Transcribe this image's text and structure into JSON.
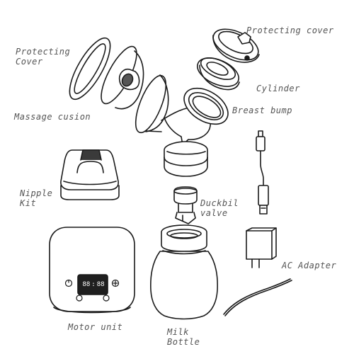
{
  "labels": {
    "protecting_cover_top": "Protecting cover",
    "protecting_cover_left": [
      "Protecting",
      "Cover"
    ],
    "cylinder": "Cylinder",
    "breast_bump": "Breast bump",
    "massage_cusion": "Massage cusion",
    "nipple_kit": [
      "Nipple",
      "Kit"
    ],
    "duckbil_valve": [
      "Duckbil",
      "valve"
    ],
    "ac_adapter": "AC Adapter",
    "motor_unit": "Motor unit",
    "milk_bottle": [
      "Milk",
      "Bottle"
    ]
  },
  "display": {
    "left_digits": "88",
    "right_digits": "88",
    "separator": ":"
  },
  "colors": {
    "stroke": "#1a1a1a",
    "label": "#555555",
    "body": "#ffffff",
    "screen": "#1f1f1f"
  }
}
